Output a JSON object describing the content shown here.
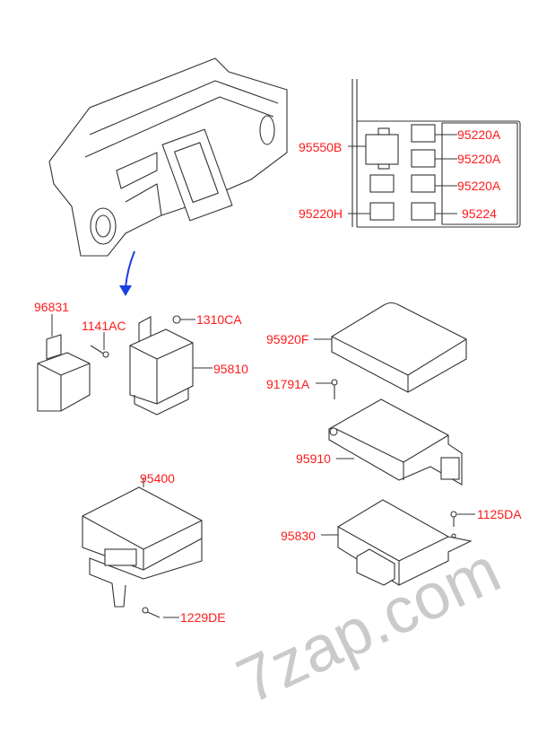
{
  "watermark": "7zap.com",
  "colors": {
    "label": "#ff1a1a",
    "line": "#333333",
    "arrow": "#1a3fe0"
  },
  "labels": {
    "relay_box": "95550B",
    "relay_1": "95220A",
    "relay_2": "95220A",
    "relay_3": "95220A",
    "relay_h": "95220H",
    "relay_4": "95224",
    "module_96831": "96831",
    "bolt_1141AC": "1141AC",
    "nut_1310CA": "1310CA",
    "module_95810": "95810",
    "module_95920F": "95920F",
    "bolt_91791A": "91791A",
    "module_95910": "95910",
    "module_95400": "95400",
    "bolt_1125DA": "1125DA",
    "module_95830": "95830",
    "screw_1229DE": "1229DE"
  }
}
